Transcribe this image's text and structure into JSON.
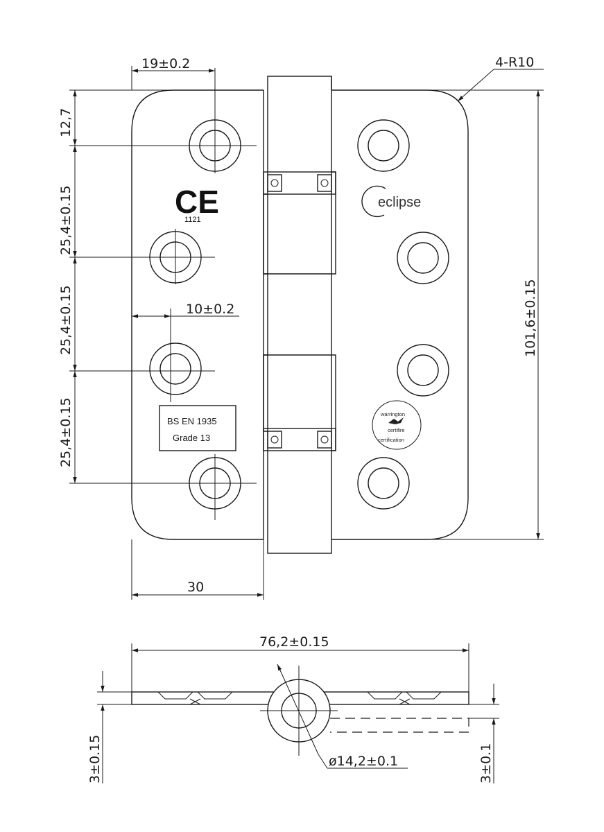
{
  "dimensions": {
    "hole_offset_top": "19±0.2",
    "corner_radius": "4-R10",
    "top_margin": "12,7",
    "pitch_1": "25,4±0.15",
    "pitch_2": "25,4±0.15",
    "pitch_3": "25,4±0.15",
    "inner_offset": "10±0.2",
    "leaf_width": "30",
    "height": "101,6±0.15",
    "open_width": "76,2±0.15",
    "leaf_thickness_left": "3±0.15",
    "leaf_thickness_right": "3±0.1",
    "knuckle_diameter": "ø14,2±0.1"
  },
  "markings": {
    "ce": "CE",
    "ce_number": "1121",
    "brand": "eclipse",
    "standard_line1": "BS EN 1935",
    "standard_line2": "Grade 13",
    "seal_top": "warrington",
    "seal_middle": "certifire",
    "seal_bottom": "certification"
  }
}
